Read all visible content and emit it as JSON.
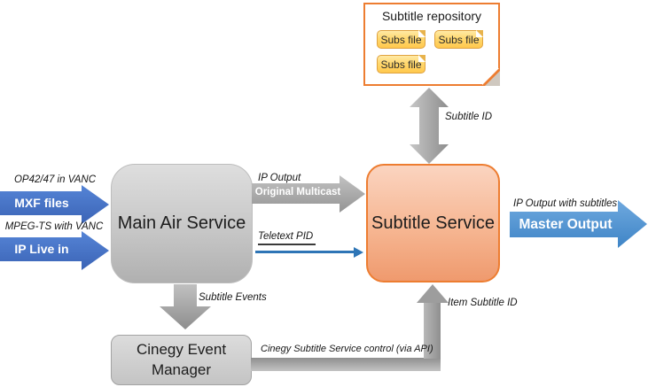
{
  "repository": {
    "title": "Subtitle repository",
    "files": [
      "Subs file",
      "Subs file",
      "Subs file"
    ]
  },
  "nodes": {
    "main_air_service": "Main Air Service",
    "subtitle_service": "Subtitle Service",
    "cinegy_event_manager": {
      "line1": "Cinegy Event",
      "line2": "Manager"
    }
  },
  "inputs": [
    {
      "caption": "OP42/47 in VANC",
      "label": "MXF files"
    },
    {
      "caption": "MPEG-TS with VANC",
      "label": "IP Live in"
    }
  ],
  "output": {
    "caption": "IP Output with subtitles",
    "label": "Master Output"
  },
  "connections": {
    "subtitle_id": "Subtitle ID",
    "ip_output": "IP Output",
    "original_multicast": "Original Multicast",
    "teletext_pid": "Teletext PID",
    "subtitle_events": "Subtitle Events",
    "item_subtitle_id": "Item Subtitle ID",
    "api_control": "Cinegy Subtitle Service control (via API)"
  },
  "colors": {
    "input_arrow_blue": "#4472C4",
    "output_arrow_blue": "#5B9BD5",
    "teletext_line_blue": "#2E75B6",
    "service_orange": "#ED7D31",
    "subs_file_yellow": "#FFC84D",
    "connector_gray": "#A6A6A6"
  }
}
